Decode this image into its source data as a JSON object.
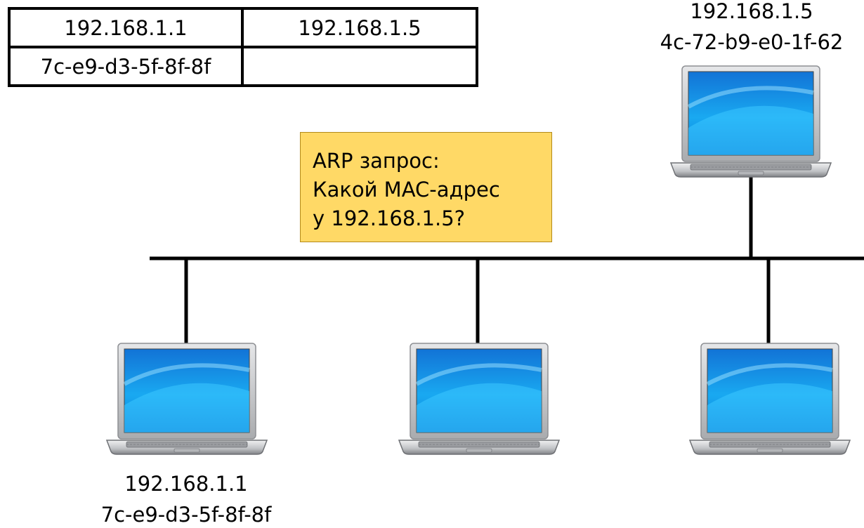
{
  "arp_table": {
    "rows": [
      [
        "192.168.1.1",
        "192.168.1.5"
      ],
      [
        "7c-e9-d3-5f-8f-8f",
        ""
      ]
    ]
  },
  "arp_request": {
    "lines": [
      "ARP запрос:",
      "Какой MAC-адрес",
      "у 192.168.1.5?"
    ]
  },
  "hosts": {
    "target": {
      "ip": "192.168.1.5",
      "mac": "4c-72-b9-e0-1f-62"
    },
    "sender": {
      "ip": "192.168.1.1",
      "mac": "7c-e9-d3-5f-8f-8f"
    }
  },
  "colors": {
    "bubble_fill": "#ffd966",
    "screen_blue": "#1aa6ee",
    "laptop_silver": "#c7c9cc",
    "wire": "#000000"
  },
  "icons": [
    "laptop-icon"
  ]
}
